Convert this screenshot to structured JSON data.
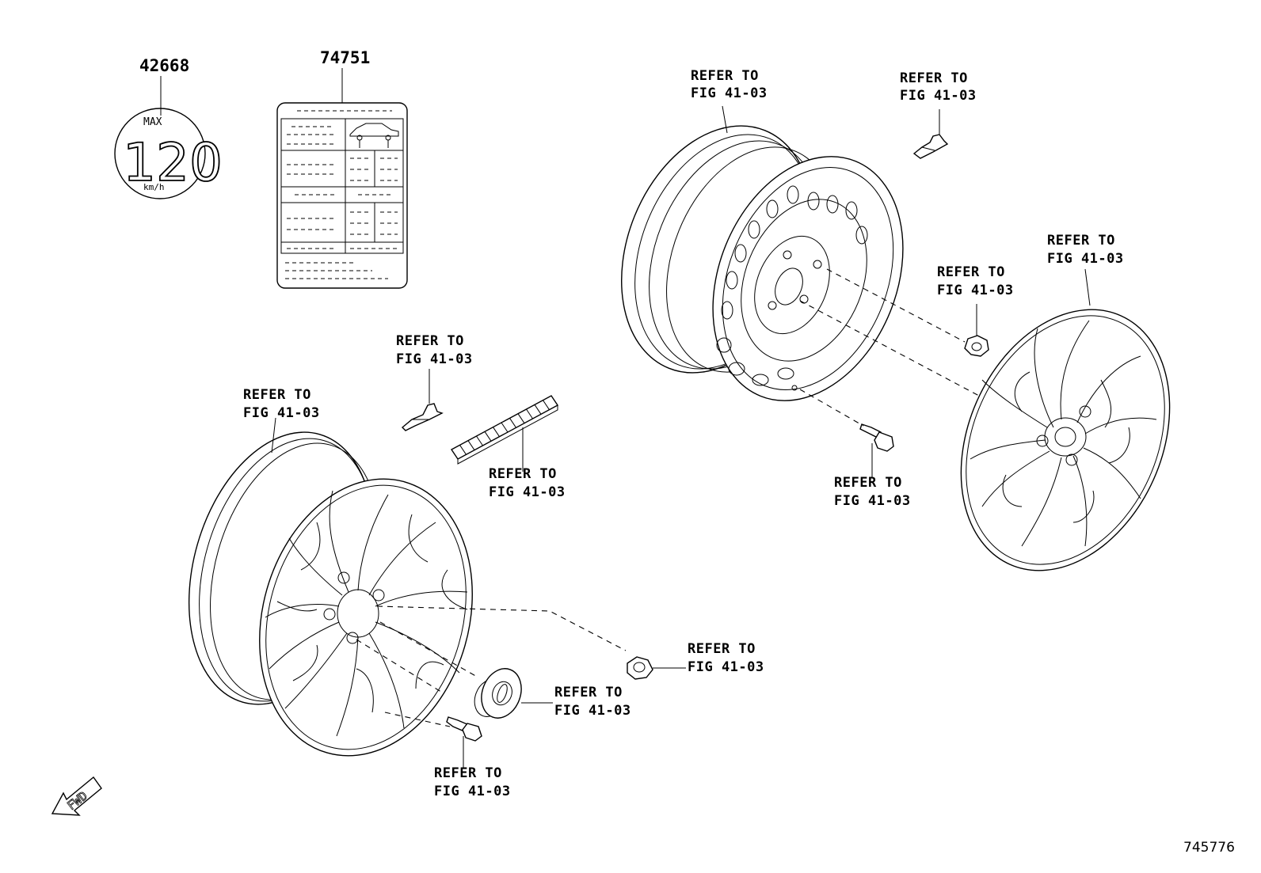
{
  "parts": {
    "speed_label": {
      "part_no": "42668",
      "max_text": "MAX",
      "speed": "120",
      "unit": "km/h"
    },
    "tire_placard": {
      "part_no": "74751"
    }
  },
  "callouts": {
    "steel_wheel": {
      "line1": "REFER TO",
      "line2": "FIG 41-03"
    },
    "steel_valve_sensor": {
      "line1": "REFER TO",
      "line2": "FIG 41-03"
    },
    "wheel_cap": {
      "line1": "REFER TO",
      "line2": "FIG 41-03"
    },
    "hub_nut_right": {
      "line1": "REFER TO",
      "line2": "FIG 41-03"
    },
    "valve_right": {
      "line1": "REFER TO",
      "line2": "FIG 41-03"
    },
    "balance_clip": {
      "line1": "REFER TO",
      "line2": "FIG 41-03"
    },
    "alloy_wheel": {
      "line1": "REFER TO",
      "line2": "FIG 41-03"
    },
    "balance_weight": {
      "line1": "REFER TO",
      "line2": "FIG 41-03"
    },
    "hub_nut_left": {
      "line1": "REFER TO",
      "line2": "FIG 41-03"
    },
    "ornament": {
      "line1": "REFER TO",
      "line2": "FIG 41-03"
    },
    "valve_left": {
      "line1": "REFER TO",
      "line2": "FIG 41-03"
    }
  },
  "fwd_arrow": {
    "text": "FWD"
  },
  "diagram_id": "745776"
}
